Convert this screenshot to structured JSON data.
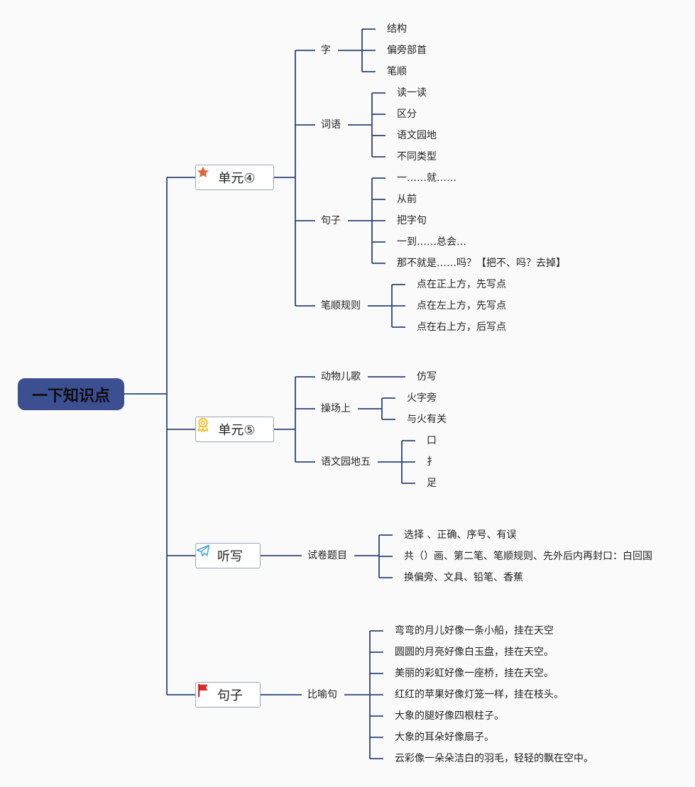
{
  "root": "一下知识点",
  "branches": [
    {
      "label": "单元④",
      "icon": "star-icon",
      "icon_color": "#e0663a",
      "children": [
        {
          "label": "字",
          "children": [
            "结构",
            "偏旁部首",
            "笔顺"
          ]
        },
        {
          "label": "词语",
          "children": [
            "读一读",
            "区分",
            "语文园地",
            "不同类型"
          ]
        },
        {
          "label": "句子",
          "children": [
            "一……就……",
            "从前",
            "把字句",
            "一到……总会…",
            "那不就是……吗？【把不、吗？去掉】"
          ]
        },
        {
          "label": "笔顺规则",
          "children": [
            "点在正上方，先写点",
            "点在左上方，先写点",
            "点在右上方，后写点"
          ]
        }
      ]
    },
    {
      "label": "单元⑤",
      "icon": "award-ribbon-icon",
      "icon_color": "#f2c230",
      "children": [
        {
          "label": "动物儿歌",
          "children": [
            "仿写"
          ]
        },
        {
          "label": "操场上",
          "children": [
            "火字旁",
            "与火有关"
          ]
        },
        {
          "label": "语文园地五",
          "children": [
            "口",
            "扌",
            "足"
          ]
        }
      ]
    },
    {
      "label": "听写",
      "icon": "paper-plane-icon",
      "icon_color": "#3aa0d8",
      "children": [
        {
          "label": "试卷题目",
          "children": [
            "选择 、正确、序号、有误",
            "共（）画、第二笔、笔顺规则、先外后内再封口：白回国",
            "换偏旁、文具、铅笔、香蕉"
          ]
        }
      ]
    },
    {
      "label": "句子",
      "icon": "red-flag-icon",
      "icon_color": "#e02a2a",
      "children": [
        {
          "label": "比喻句",
          "children": [
            "弯弯的月儿好像一条小船，挂在天空",
            "圆圆的月亮好像白玉盘，挂在天空。",
            "美丽的彩虹好像一座桥，挂在天空。",
            "红红的苹果好像灯笼一样，挂在枝头。",
            "大象的腿好像四根柱子。",
            "大象的耳朵好像扇子。",
            "云彩像一朵朵洁白的羽毛，轻轻的飘在空中。"
          ]
        }
      ]
    }
  ],
  "colors": {
    "line": "#2f4477",
    "root_fill": "#3b4f91",
    "box_border": "#9aa5b8"
  }
}
